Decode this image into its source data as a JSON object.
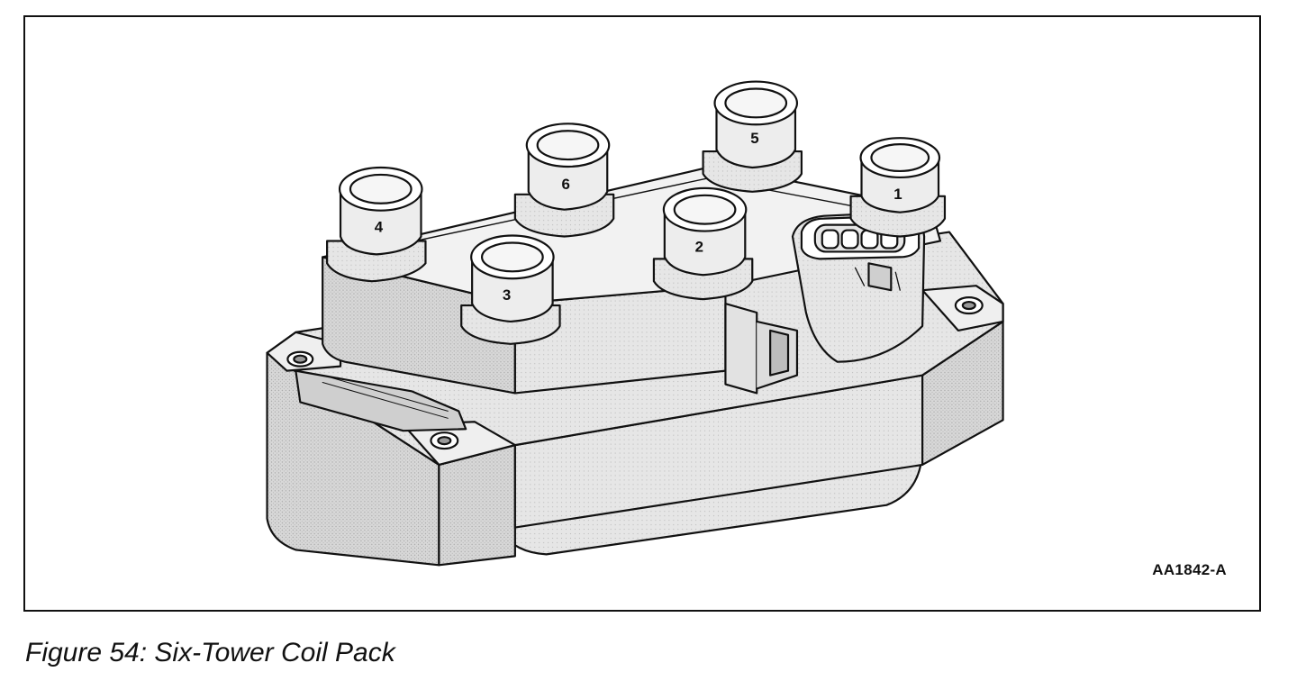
{
  "figure": {
    "code": "AA1842-A",
    "caption": "Figure 54: Six-Tower Coil Pack",
    "towers": [
      {
        "number": "1"
      },
      {
        "number": "2"
      },
      {
        "number": "3"
      },
      {
        "number": "4"
      },
      {
        "number": "5"
      },
      {
        "number": "6"
      }
    ]
  },
  "colors": {
    "line": "#111111",
    "shade": "#cfcfcf",
    "light_shade": "#e4e4e4",
    "background": "#ffffff"
  }
}
